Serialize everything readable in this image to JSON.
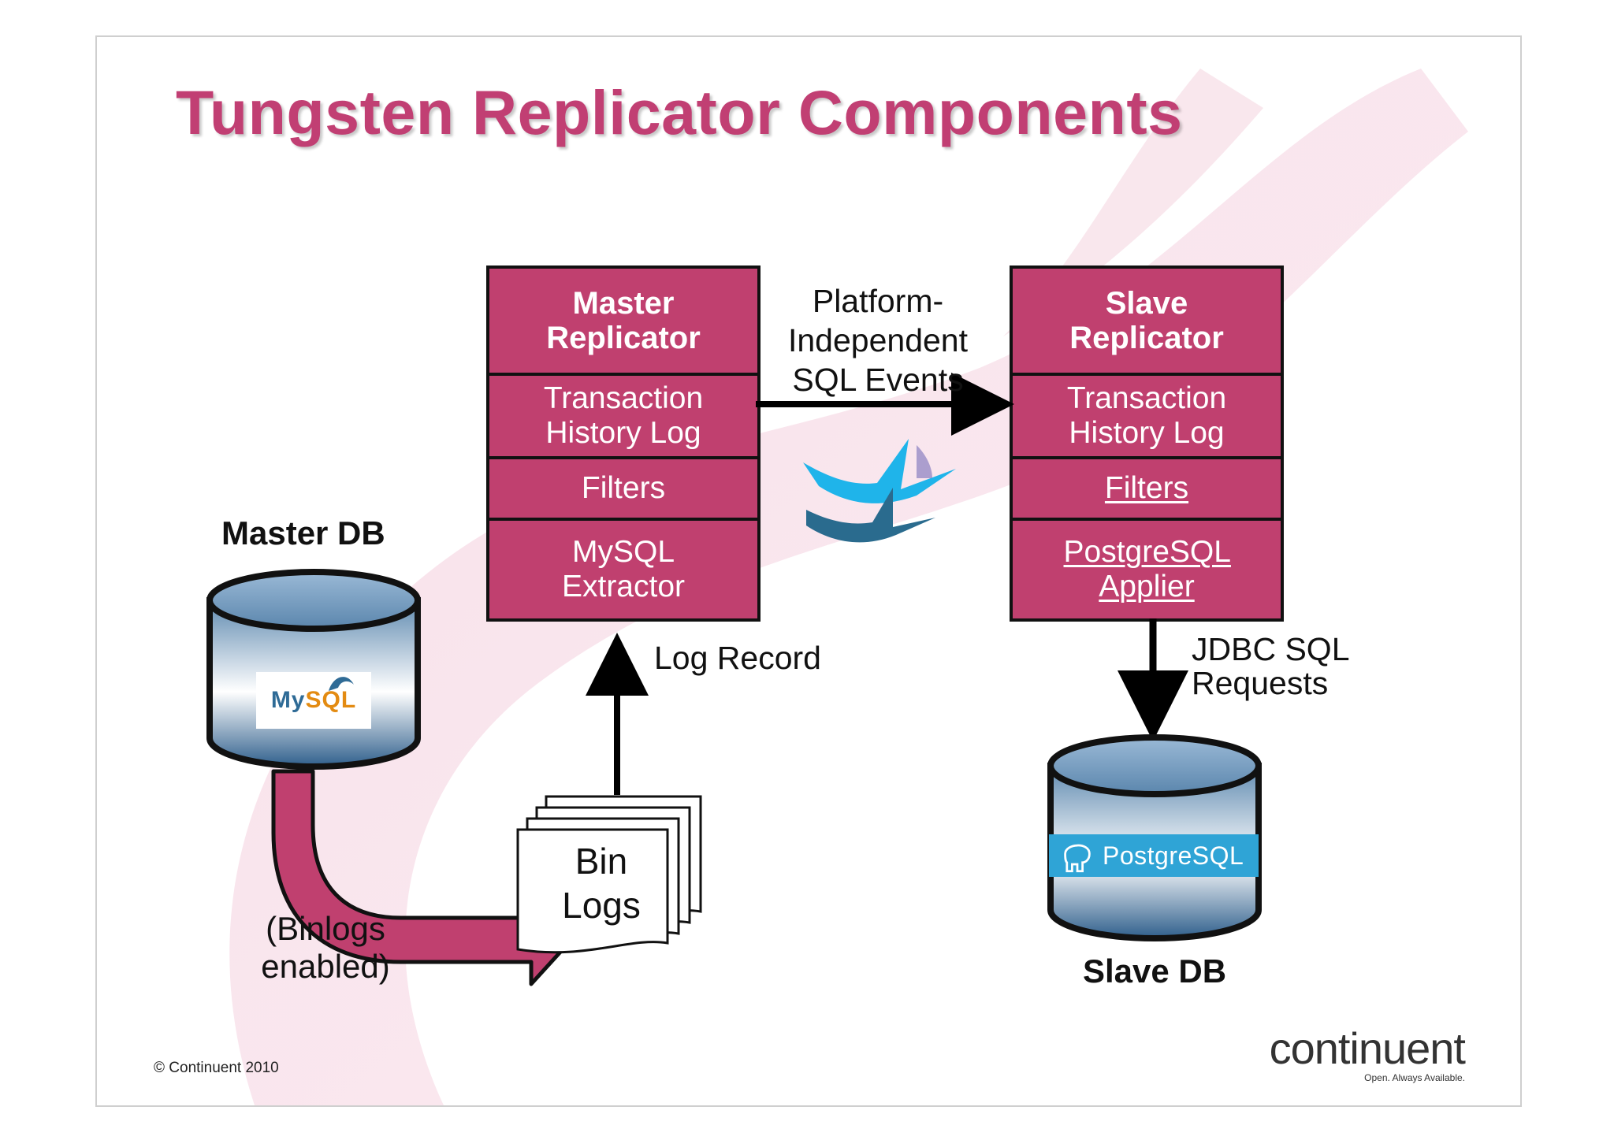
{
  "slide": {
    "title": "Tungsten Replicator Components",
    "title_color": "#c13f73",
    "accent_color": "#c0406f"
  },
  "master_replicator": {
    "header": "Master Replicator",
    "components": [
      "Transaction History Log",
      "Filters",
      "MySQL Extractor"
    ]
  },
  "slave_replicator": {
    "header": "Slave Replicator",
    "components": [
      "Transaction History Log",
      "Filters",
      "PostgreSQL Applier"
    ]
  },
  "master_db": {
    "label": "Master DB",
    "logo": "MySQL",
    "note": "(Binlogs enabled)"
  },
  "slave_db": {
    "label": "Slave DB",
    "logo": "PostgreSQL"
  },
  "bin_logs": {
    "label": "Bin Logs"
  },
  "flows": {
    "events": "Platform-Independent SQL Events",
    "log_record": "Log Record",
    "jdbc": "JDBC SQL Requests"
  },
  "icons": [
    "flying-birds-icon",
    "dolphin-icon",
    "elephant-icon"
  ],
  "footer": {
    "copyright": "© Continuent 2010",
    "brand": "continuent",
    "tagline": "Open. Always Available."
  }
}
